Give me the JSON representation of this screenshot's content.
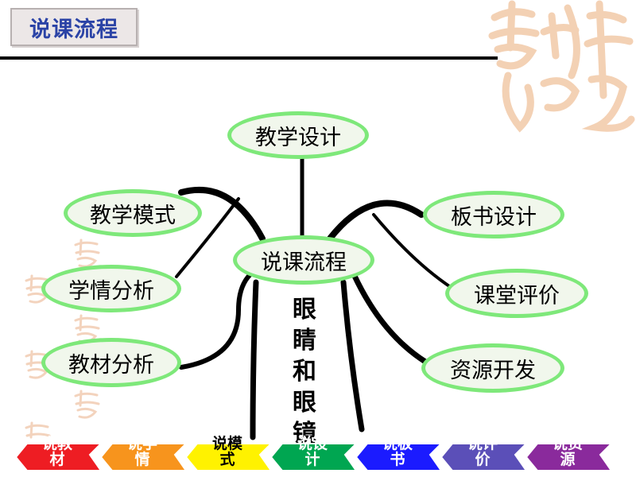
{
  "header": {
    "title": "说课流程"
  },
  "seal": {
    "big_text": "吉祥如意",
    "small_text": "吉祥如意"
  },
  "mindmap": {
    "center": "说课流程",
    "nodes": {
      "top": "教学设计",
      "left1": "教学模式",
      "left2": "学情分析",
      "left3": "教材分析",
      "right1": "板书设计",
      "right2": "课堂评价",
      "right3": "资源开发"
    },
    "vertical_chars": [
      "眼",
      "睛",
      "和",
      "眼",
      "镜"
    ]
  },
  "arrows": [
    {
      "l1": "说教",
      "l2": "材",
      "color": "#ee1d23",
      "text": "#ffffff"
    },
    {
      "l1": "说学",
      "l2": "情",
      "color": "#f7941d",
      "text": "#ffffff"
    },
    {
      "l1": "说模",
      "l2": "式",
      "color": "#fff200",
      "text": "#000000"
    },
    {
      "l1": "说设",
      "l2": "计",
      "color": "#00a651",
      "text": "#ffffff"
    },
    {
      "l1": "说板",
      "l2": "书",
      "color": "#1b1bff",
      "text": "#ffffff"
    },
    {
      "l1": "说评",
      "l2": "价",
      "color": "#5b4fb8",
      "text": "#ffffff"
    },
    {
      "l1": "说资",
      "l2": "源",
      "color": "#8a2a9c",
      "text": "#ffffff"
    }
  ]
}
